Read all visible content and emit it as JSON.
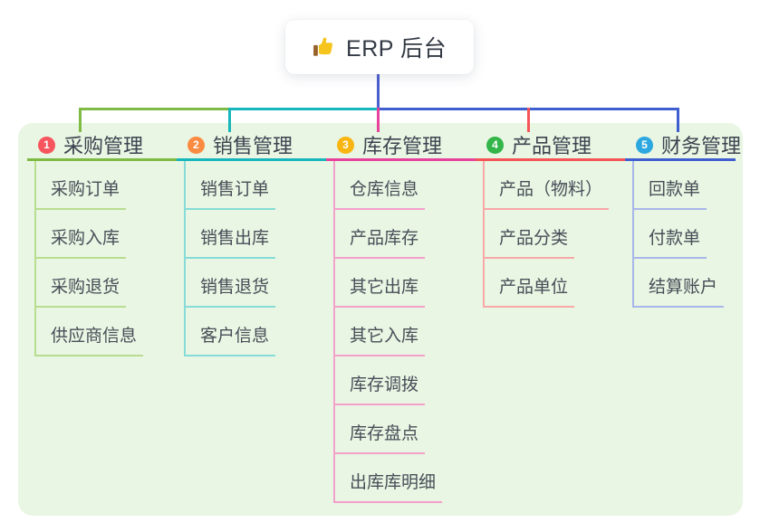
{
  "canvas": {
    "panel_bg": "#e9f6e3"
  },
  "root": {
    "title": "ERP 后台",
    "icon": "thumbs-up-icon",
    "connector_color": "#4a5ed0"
  },
  "branches": [
    {
      "index": "1",
      "label": "采购管理",
      "badge_color": "#f7555e",
      "line_color": "#7fba45",
      "child_line_color": "#b8dd90",
      "children": [
        "采购订单",
        "采购入库",
        "采购退货",
        "供应商信息"
      ]
    },
    {
      "index": "2",
      "label": "销售管理",
      "badge_color": "#fa8b41",
      "line_color": "#17b5bc",
      "child_line_color": "#85dcd9",
      "children": [
        "销售订单",
        "销售出库",
        "销售退货",
        "客户信息"
      ]
    },
    {
      "index": "3",
      "label": "库存管理",
      "badge_color": "#f9b512",
      "line_color": "#e8439c",
      "child_line_color": "#f3a0cb",
      "children": [
        "仓库信息",
        "产品库存",
        "其它出库",
        "其它入库",
        "库存调拨",
        "库存盘点",
        "出库库明细"
      ]
    },
    {
      "index": "4",
      "label": "产品管理",
      "badge_color": "#33b54a",
      "line_color": "#f65558",
      "child_line_color": "#f9a8a8",
      "children": [
        "产品（物料）",
        "产品分类",
        "产品单位"
      ]
    },
    {
      "index": "5",
      "label": "财务管理",
      "badge_color": "#2ca7e0",
      "line_color": "#3f5ed0",
      "child_line_color": "#a8b6ea",
      "children": [
        "回款单",
        "付款单",
        "结算账户"
      ]
    }
  ]
}
